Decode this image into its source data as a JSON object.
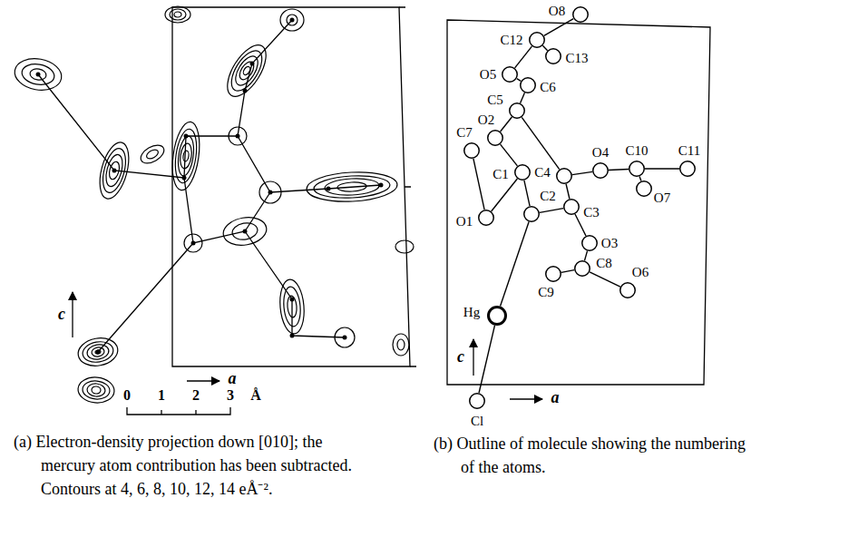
{
  "diagram": {
    "nodes": [
      {
        "text": [
          "O8"
        ]
      },
      {
        "text": [
          "C12"
        ]
      },
      {
        "text": [
          "C13"
        ]
      },
      {
        "text": [
          "O5"
        ]
      },
      {
        "text": [
          "C6"
        ]
      },
      {
        "text": [
          "C5"
        ]
      },
      {
        "text": [
          "O2"
        ]
      },
      {
        "text": [
          "C7"
        ]
      },
      {
        "text": [
          "C1"
        ]
      },
      {
        "text": [
          "C4"
        ]
      },
      {
        "text": [
          "O4"
        ]
      },
      {
        "text": [
          "C10"
        ]
      },
      {
        "text": [
          "C11"
        ]
      },
      {
        "text": [
          "O7"
        ]
      },
      {
        "text": [
          "O1"
        ]
      },
      {
        "text": [
          "C2"
        ]
      },
      {
        "text": [
          "C3"
        ]
      },
      {
        "text": [
          "O3"
        ]
      },
      {
        "text": [
          "C8"
        ]
      },
      {
        "text": [
          "C9"
        ]
      },
      {
        "text": [
          "O6"
        ]
      },
      {
        "text": [
          "Hg"
        ]
      },
      {
        "text": [
          "Cl"
        ]
      }
    ],
    "edges": [
      {
        "from": 1,
        "to": 0,
        "arrow": "none"
      },
      {
        "from": 1,
        "to": 2,
        "arrow": "none"
      },
      {
        "from": 3,
        "to": 1,
        "arrow": "none"
      },
      {
        "from": 4,
        "to": 3,
        "arrow": "none"
      },
      {
        "from": 5,
        "to": 4,
        "arrow": "none"
      },
      {
        "from": 5,
        "to": 6,
        "arrow": "none"
      },
      {
        "from": 6,
        "to": 8,
        "arrow": "none"
      },
      {
        "from": 5,
        "to": 9,
        "arrow": "none"
      },
      {
        "from": 8,
        "to": 15,
        "arrow": "none"
      },
      {
        "from": 8,
        "to": 14,
        "arrow": "none"
      },
      {
        "from": 14,
        "to": 7,
        "arrow": "none"
      },
      {
        "from": 9,
        "to": 10,
        "arrow": "none"
      },
      {
        "from": 10,
        "to": 11,
        "arrow": "none"
      },
      {
        "from": 11,
        "to": 12,
        "arrow": "none"
      },
      {
        "from": 11,
        "to": 13,
        "arrow": "none"
      },
      {
        "from": 9,
        "to": 16,
        "arrow": "none"
      },
      {
        "from": 15,
        "to": 16,
        "arrow": "none"
      },
      {
        "from": 16,
        "to": 17,
        "arrow": "none"
      },
      {
        "from": 17,
        "to": 18,
        "arrow": "none"
      },
      {
        "from": 18,
        "to": 19,
        "arrow": "none"
      },
      {
        "from": 18,
        "to": 20,
        "arrow": "none"
      },
      {
        "from": 15,
        "to": 21,
        "arrow": "none"
      },
      {
        "from": 21,
        "to": 22,
        "arrow": "none"
      }
    ],
    "labels": [
      "c",
      "a",
      "0",
      "1",
      "2",
      "3",
      "Å",
      "c",
      "a",
      "(a) Electron-density projection down [010]; the mercury atom contribution has been subtracted. Contours at 4, 6, 8, 10, 12, 14 eÅ⁻².",
      "(b) Outline of molecule showing the numbering of the atoms."
    ]
  }
}
